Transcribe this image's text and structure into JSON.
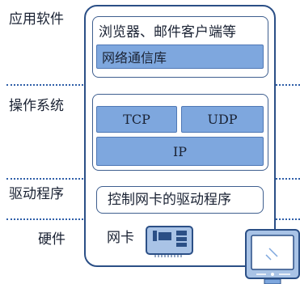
{
  "layers": {
    "application": "应用软件",
    "os": "操作系统",
    "driver": "驱动程序",
    "hardware": "硬件"
  },
  "application_layer": {
    "apps_label": "浏览器、邮件客户端等",
    "library_label": "网络通信库"
  },
  "os_layer": {
    "tcp_label": "TCP",
    "udp_label": "UDP",
    "ip_label": "IP"
  },
  "driver_layer": {
    "driver_label": "控制网卡的驱动程序"
  },
  "hardware_layer": {
    "nic_label": "网卡"
  },
  "colors": {
    "accent": "#7ea7de",
    "border": "#2b4f86",
    "divider": "#2f5fa8"
  },
  "icons": {
    "network_card": "network-card-icon",
    "computer": "computer-monitor-icon"
  }
}
